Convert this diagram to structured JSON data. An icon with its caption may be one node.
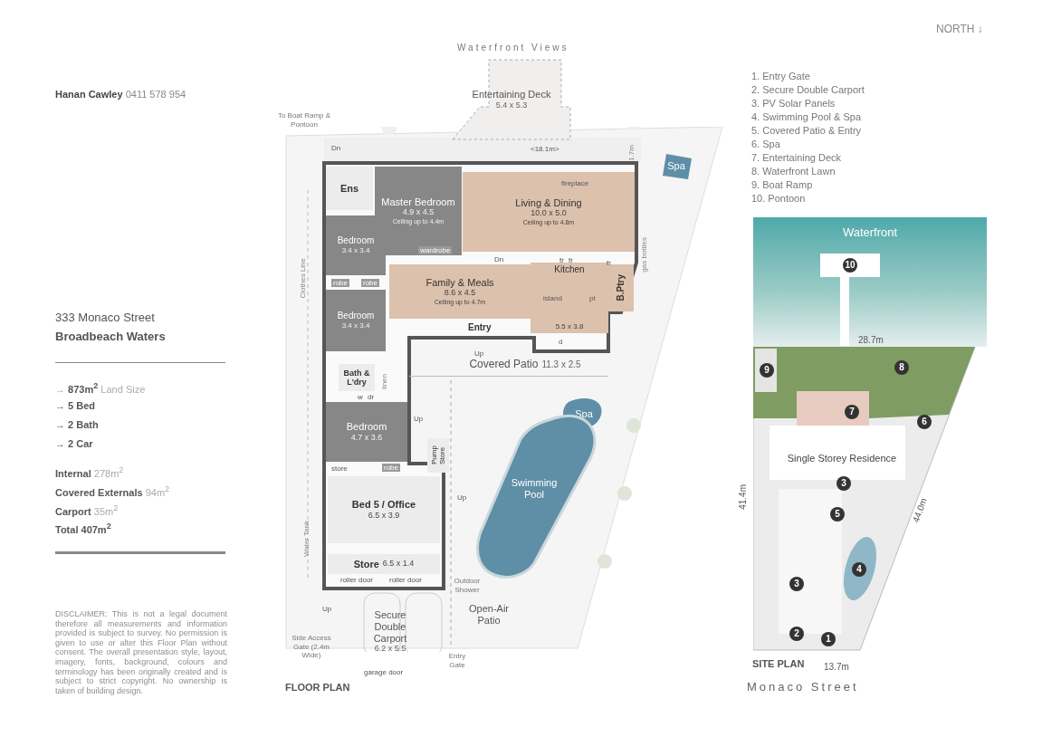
{
  "diagram": {
    "nodes": [
      {
        "text": [
          "Entertaining Deck",
          "5.4 x 5.3"
        ]
      },
      {
        "text": [
          "Ens"
        ]
      },
      {
        "text": [
          "Master Bedroom",
          "4.9 x 4.5",
          "Ceiling up to 4.4m"
        ]
      },
      {
        "text": [
          "Living & Dining",
          "10.0 x 5.0",
          "Ceiling up to 4.8m"
        ]
      },
      {
        "text": [
          "Bedroom",
          "3.4 x 3.4"
        ]
      },
      {
        "text": [
          "Family & Meals",
          "8.6 x 4.5",
          "Ceiling up to 4.7m"
        ]
      },
      {
        "text": [
          "Kitchen",
          "5.5 x 3.8"
        ]
      },
      {
        "text": [
          "B.Ptry"
        ]
      },
      {
        "text": [
          "Bedroom",
          "3.4 x 3.4"
        ]
      },
      {
        "text": [
          "Bath & L'dry"
        ]
      },
      {
        "text": [
          "Covered Patio",
          "11.3 x 2.5"
        ]
      },
      {
        "text": [
          "Spa"
        ]
      },
      {
        "text": [
          "Bedroom",
          "4.7 x 3.6"
        ]
      },
      {
        "text": [
          "Pump Store"
        ]
      },
      {
        "text": [
          "Swimming Pool"
        ]
      },
      {
        "text": [
          "Bed 5 / Office",
          "6.5 x 3.9"
        ]
      },
      {
        "text": [
          "Store",
          "6.5 x 1.4"
        ]
      },
      {
        "text": [
          "Secure Double Carport",
          "6.2 x 5.5"
        ]
      },
      {
        "text": [
          "Open-Air Patio"
        ]
      },
      {
        "text": [
          "Waterfront"
        ]
      },
      {
        "text": [
          "10"
        ],
        "in": 19
      },
      {
        "text": [
          "9"
        ]
      },
      {
        "text": [
          "8"
        ]
      },
      {
        "text": [
          "7"
        ]
      },
      {
        "text": [
          "6"
        ]
      },
      {
        "text": [
          "Single Storey Residence"
        ]
      },
      {
        "text": [
          "3"
        ]
      },
      {
        "text": [
          "5"
        ]
      },
      {
        "text": [
          "4"
        ]
      },
      {
        "text": [
          "3"
        ]
      },
      {
        "text": [
          "2"
        ]
      },
      {
        "text": [
          "1"
        ]
      },
      {
        "text": [
          "Spa"
        ]
      }
    ],
    "labels": [
      "**Hanan Cawley** 0411 578 954",
      "333 Monaco Street",
      "Broadbeach Waters",
      "→ **873m$^{2}$** Land Size",
      "→ 5 Bed",
      "→ 2 Bath",
      "→ 2 Car",
      "**Internal** 278m$^{2}$",
      "**Covered Externals** 94m$^{2}$",
      "**Carport** 35m$^{2}$",
      "Total 407m$^{2}$",
      "DISCLAIMER: This is not a legal document therefore all measurements and information provided is subject to survey. No permission is given to use or alter this Floor Plan without consent. The overall presentation style, layout, imagery, fonts, background, colours and terminology has been originally created and is subject to strict copyright. No ownership is taken of building design.",
      "Waterfront Views",
      "To Boat Ramp & Pontoon",
      "Dn",
      "<18.1m>",
      "1.7m",
      "fireplace",
      "wardrobe",
      "Dn",
      "fr",
      "fr",
      "fr",
      "gas bottles",
      "Clothes Line",
      "robe",
      "robe",
      "island",
      "pt",
      "d",
      "Entry",
      "Up",
      "linen",
      "w",
      "dr",
      "Up",
      "store",
      "robe",
      "Up",
      "Water Tank",
      "roller door",
      "roller door",
      "Outdoor Shower",
      "Up",
      "Side Access Gate (2.4m Wide)",
      "Entry Gate",
      "garage door",
      "FLOOR PLAN",
      "NORTH ↓",
      "1. Entry Gate",
      "2. Secure Double Carport",
      "3. PV Solar Panels",
      "4. Swimming Pool & Spa",
      "5. Covered Patio & Entry",
      "6. Spa",
      "7. Entertaining Deck",
      "8. Waterfront Lawn",
      "9. Boat Ramp",
      "10. Pontoon",
      "28.7m",
      "41.4m",
      "44.0m",
      "SITE PLAN",
      "13.7m",
      "Monaco Street"
    ]
  }
}
